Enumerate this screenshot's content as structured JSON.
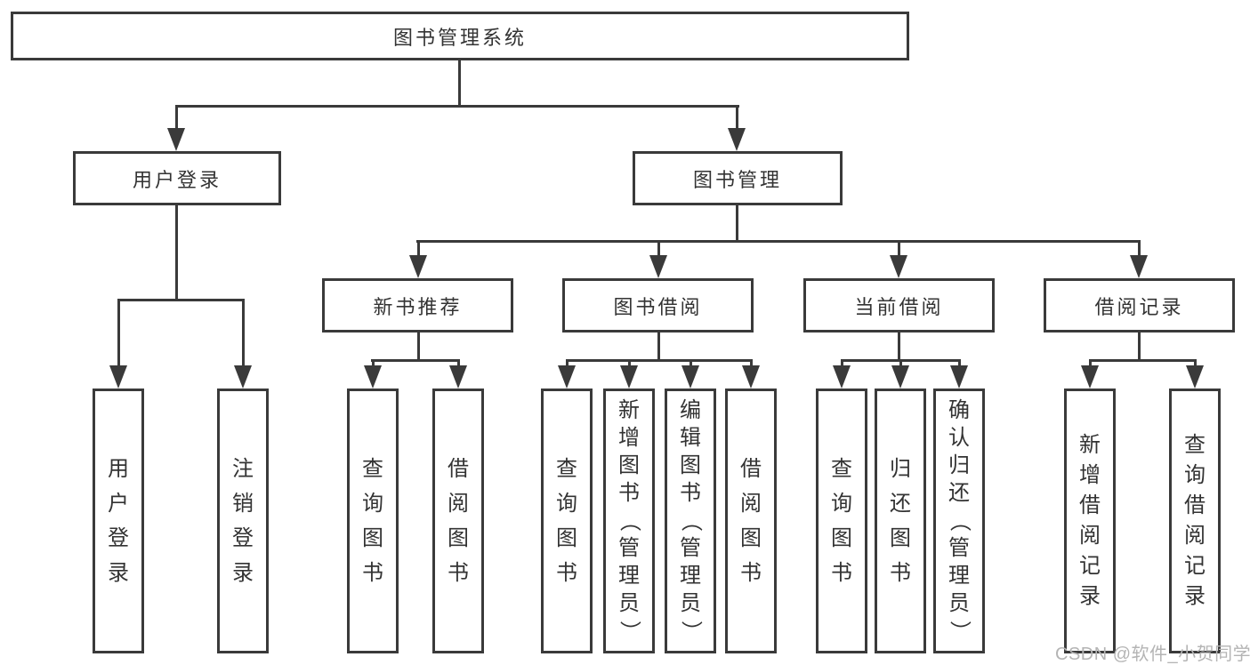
{
  "tree": {
    "label": "图书管理系统",
    "children": [
      {
        "label": "用户登录",
        "children": [
          {
            "label": "用户登录"
          },
          {
            "label": "注销登录"
          }
        ]
      },
      {
        "label": "图书管理",
        "children": [
          {
            "label": "新书推荐",
            "children": [
              {
                "label": "查询图书"
              },
              {
                "label": "借阅图书"
              }
            ]
          },
          {
            "label": "图书借阅",
            "children": [
              {
                "label": "查询图书"
              },
              {
                "label": "新增图书（管理员）"
              },
              {
                "label": "编辑图书（管理员）"
              },
              {
                "label": "借阅图书"
              }
            ]
          },
          {
            "label": "当前借阅",
            "children": [
              {
                "label": "查询图书"
              },
              {
                "label": "归还图书"
              },
              {
                "label": "确认归还（管理员）"
              }
            ]
          },
          {
            "label": "借阅记录",
            "children": [
              {
                "label": "新增借阅记录"
              },
              {
                "label": "查询借阅记录"
              }
            ]
          }
        ]
      }
    ]
  },
  "watermark": "CSDN @软件_小贺同学",
  "colors": {
    "line": "#3a3a3a",
    "text": "#333333",
    "watermark": "#b4b4b4",
    "background": "#ffffff"
  }
}
